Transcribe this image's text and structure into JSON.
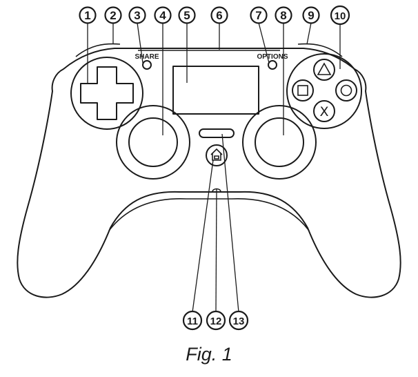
{
  "callouts": [
    "1",
    "2",
    "3",
    "4",
    "5",
    "6",
    "7",
    "8",
    "9",
    "10",
    "11",
    "12",
    "13"
  ],
  "labels": {
    "share": "SHARE",
    "options": "OPTIONS"
  },
  "face_buttons": {
    "x": "X"
  },
  "caption": "Fig. 1"
}
